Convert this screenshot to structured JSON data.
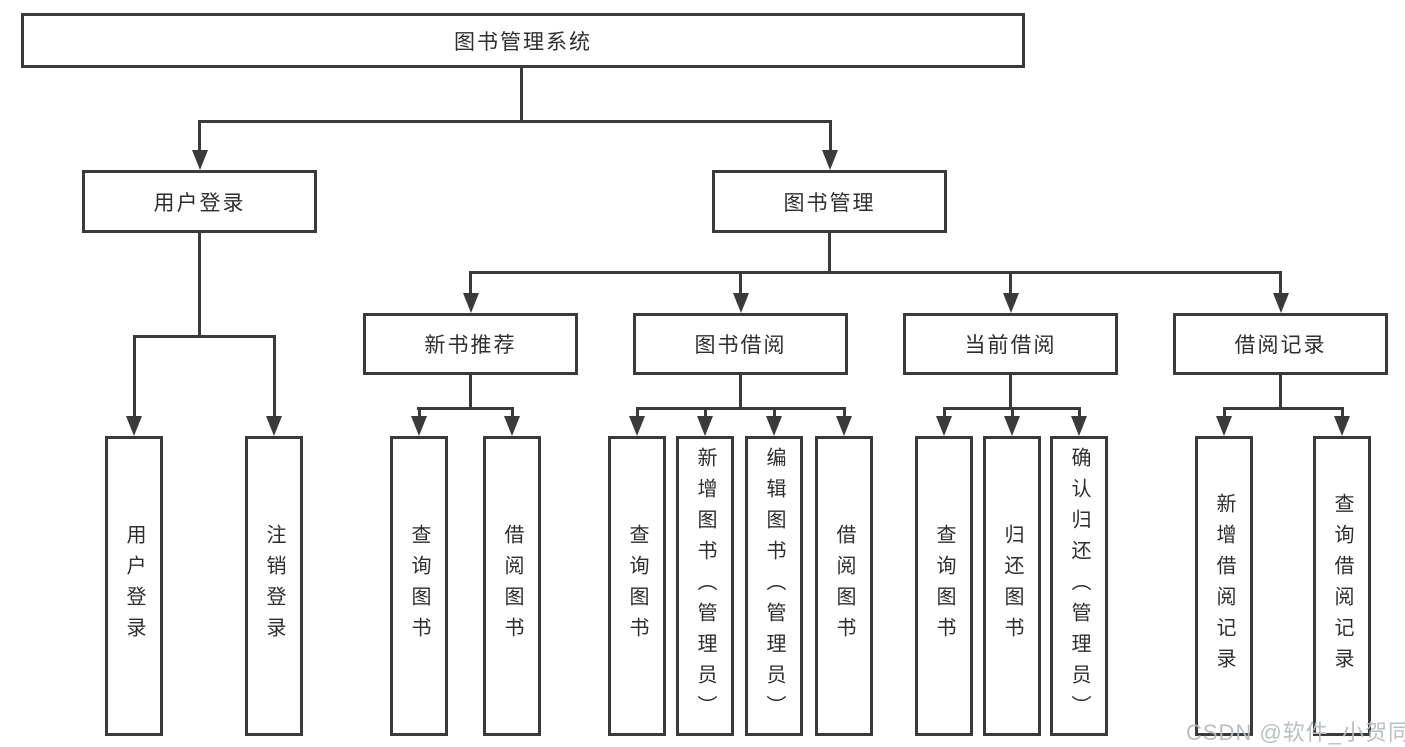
{
  "tree": {
    "label": "图书管理系统",
    "children": [
      {
        "label": "用户登录",
        "children": [
          {
            "label": "用户登录"
          },
          {
            "label": "注销登录"
          }
        ]
      },
      {
        "label": "图书管理",
        "children": [
          {
            "label": "新书推荐",
            "children": [
              {
                "label": "查询图书"
              },
              {
                "label": "借阅图书"
              }
            ]
          },
          {
            "label": "图书借阅",
            "children": [
              {
                "label": "查询图书"
              },
              {
                "label": "新增图书（管理员）"
              },
              {
                "label": "编辑图书（管理员）"
              },
              {
                "label": "借阅图书"
              }
            ]
          },
          {
            "label": "当前借阅",
            "children": [
              {
                "label": "查询图书"
              },
              {
                "label": "归还图书"
              },
              {
                "label": "确认归还（管理员）"
              }
            ]
          },
          {
            "label": "借阅记录",
            "children": [
              {
                "label": "新增借阅记录"
              },
              {
                "label": "查询借阅记录"
              }
            ]
          }
        ]
      }
    ]
  },
  "colors": {
    "line": "#3a3a3a",
    "text": "#2e2e2e",
    "watermark": "#b7bcc3",
    "background": "#ffffff"
  },
  "watermark": {
    "text": "CSDN @软件_小贺同学"
  }
}
